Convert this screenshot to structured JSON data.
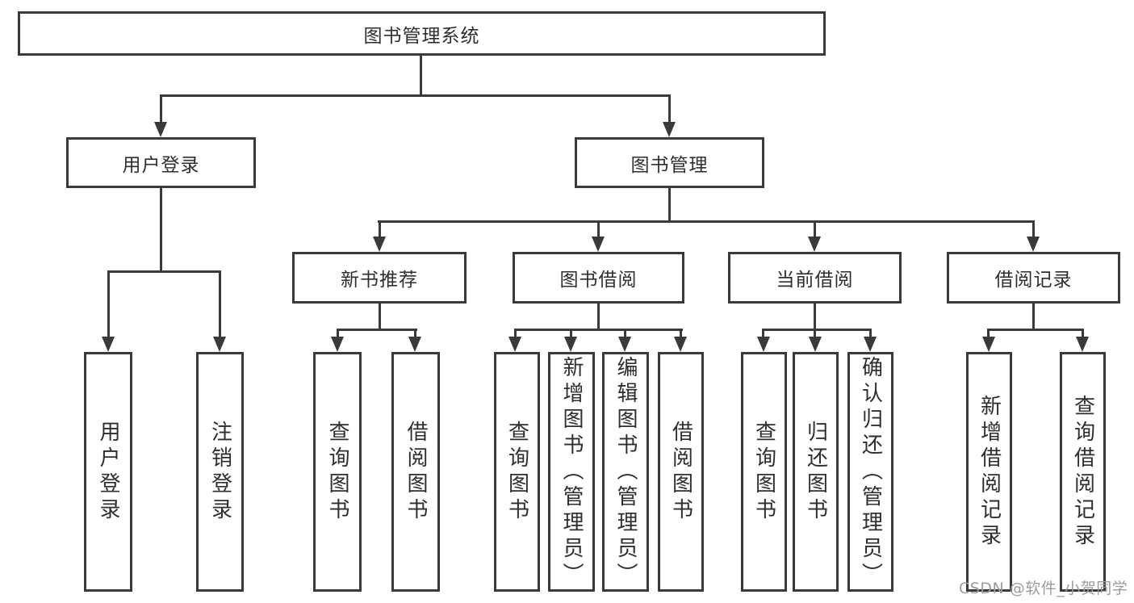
{
  "diagram": {
    "title": "图书管理系统",
    "root": {
      "label": "图书管理系统"
    },
    "level2": [
      {
        "id": "user-login",
        "label": "用户登录"
      },
      {
        "id": "book-management",
        "label": "图书管理"
      }
    ],
    "level3": [
      {
        "id": "new-book-recommendation",
        "label": "新书推荐"
      },
      {
        "id": "book-borrowing",
        "label": "图书借阅"
      },
      {
        "id": "current-borrowing",
        "label": "当前借阅"
      },
      {
        "id": "borrowing-records",
        "label": "借阅记录"
      }
    ],
    "leaves": [
      {
        "parent": "user-login",
        "label": "用户登录"
      },
      {
        "parent": "user-login",
        "label": "注销登录"
      },
      {
        "parent": "new-book-recommendation",
        "label": "查询图书"
      },
      {
        "parent": "new-book-recommendation",
        "label": "借阅图书"
      },
      {
        "parent": "book-borrowing",
        "label": "查询图书"
      },
      {
        "parent": "book-borrowing",
        "label": "新增图书（管理员）"
      },
      {
        "parent": "book-borrowing",
        "label": "编辑图书（管理员）"
      },
      {
        "parent": "book-borrowing",
        "label": "借阅图书"
      },
      {
        "parent": "current-borrowing",
        "label": "查询图书"
      },
      {
        "parent": "current-borrowing",
        "label": "归还图书"
      },
      {
        "parent": "current-borrowing",
        "label": "确认归还（管理员）"
      },
      {
        "parent": "borrowing-records",
        "label": "新增借阅记录"
      },
      {
        "parent": "borrowing-records",
        "label": "查询借阅记录"
      }
    ]
  },
  "watermark": {
    "text": "CSDN @软件_小贺同学",
    "color": "#9c9c9c"
  },
  "colors": {
    "line": "#3a3a3a",
    "background": "#ffffff",
    "text": "#2e2e2e"
  }
}
